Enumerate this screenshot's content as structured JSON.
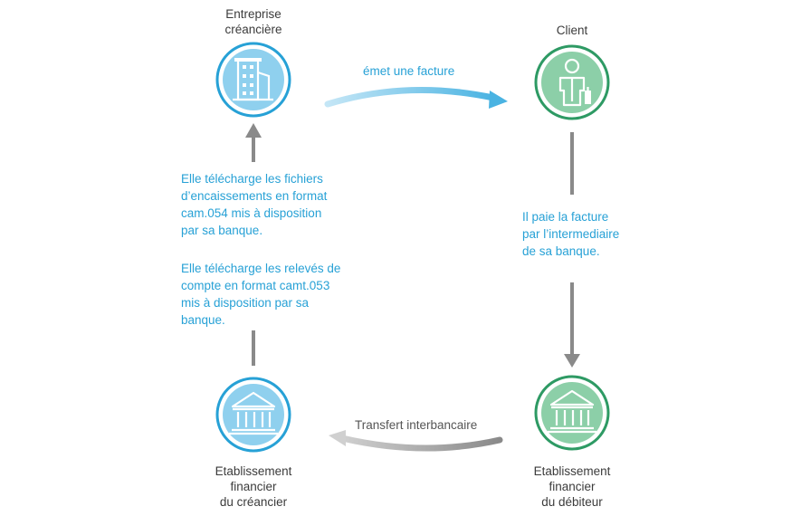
{
  "nodes": {
    "creditor": {
      "line1": "Entreprise",
      "line2": "créancière"
    },
    "client": {
      "line1": "Client"
    },
    "creditor_bank": {
      "line1": "Etablissement",
      "line2": "financier",
      "line3": "du créancier"
    },
    "debtor_bank": {
      "line1": "Etablissement",
      "line2": "financier",
      "line3": "du débiteur"
    }
  },
  "edges": {
    "invoice": "émet une facture",
    "interbank": "Transfert interbancaire",
    "payment": [
      "Il paie la facture",
      "par l’intermediaire",
      "de sa banque."
    ],
    "camt054": [
      "Elle télécharge les fichiers",
      "d’encaissements en format",
      "cam.054 mis à disposition",
      "par sa banque."
    ],
    "camt053": [
      "Elle télécharge les relevés de",
      "compte en format camt.053",
      "mis à disposition par sa",
      "banque."
    ]
  },
  "colors": {
    "blue_ring": "#27a1d6",
    "blue_fill": "#8fd0ee",
    "green_ring": "#2e9a64",
    "green_fill": "#8ccfa8",
    "arrow_gray": "#8a8a8a",
    "arrow_light_gray": "#c6c6c6"
  },
  "icons": {
    "creditor": "building-icon",
    "client": "person-icon",
    "creditor_bank": "bank-icon",
    "debtor_bank": "bank-icon"
  }
}
